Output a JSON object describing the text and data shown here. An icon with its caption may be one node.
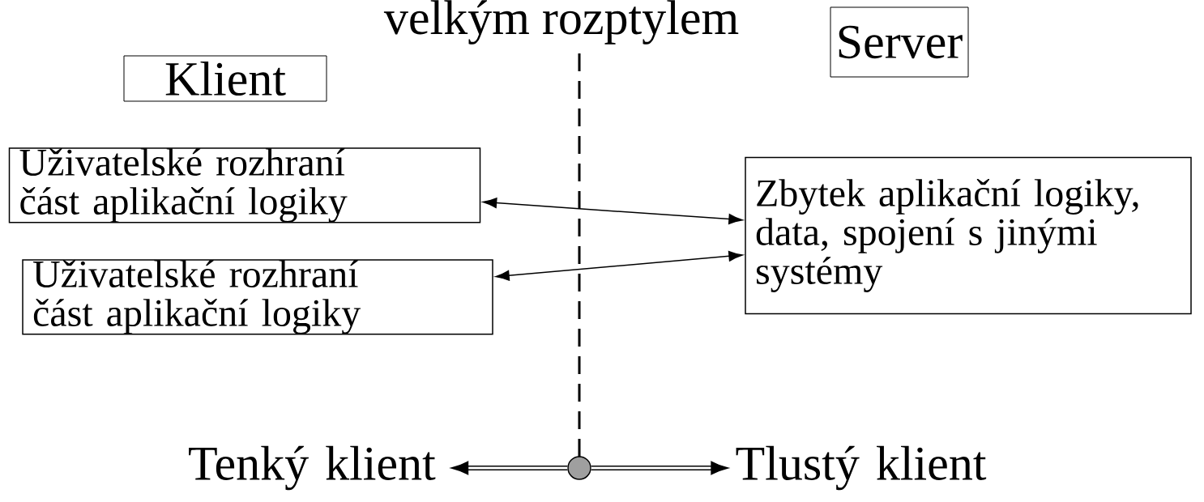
{
  "diagram": {
    "title": "velkým rozptylem",
    "nodes": [
      {
        "text": [
          "Klient"
        ]
      },
      {
        "text": [
          "Server"
        ]
      },
      {
        "text": [
          "Uživatelské rozhraní část aplikační logiky"
        ]
      },
      {
        "text": [
          "Uživatelské rozhraní část aplikační logiky"
        ]
      },
      {
        "text": [
          "Zbytek aplikační logiky, data,  spojení s jinými systémy"
        ]
      },
      {
        "text": [
          "Tenký klient"
        ]
      },
      {
        "text": [
          "Tlustý klient"
        ]
      },
      {
        "text": [],
        "shape": "circle"
      }
    ],
    "edges": [
      {
        "from": 2,
        "to": 4,
        "arrow": "both"
      },
      {
        "from": 3,
        "to": 4,
        "arrow": "both"
      },
      {
        "from": 7,
        "to": 5,
        "arrow": "to",
        "style": "thick"
      },
      {
        "from": 7,
        "to": 6,
        "arrow": "to",
        "style": "thick"
      }
    ]
  }
}
